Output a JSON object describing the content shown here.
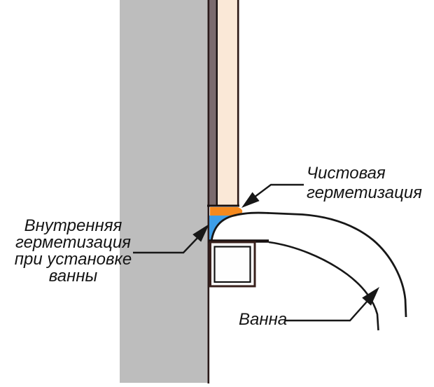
{
  "diagram": {
    "title": "Bathtub wall-joint sealing cross-section",
    "labels": {
      "finish_seal": {
        "lines": [
          "Чистовая",
          "герметизация"
        ]
      },
      "internal_seal": {
        "lines": [
          "Внутренняя",
          "герметизация",
          "при установке",
          "ванны"
        ]
      },
      "bathtub": {
        "text": "Ванна"
      }
    },
    "colors": {
      "wall": "#BDBDBD",
      "adhesive": "#7A6B6E",
      "tile": "#FAE8D7",
      "finish_sealant": "#F5891D",
      "internal_sealant": "#3D9EE8",
      "line": "#1A1A1A",
      "dark_edge": "#33201E"
    }
  }
}
